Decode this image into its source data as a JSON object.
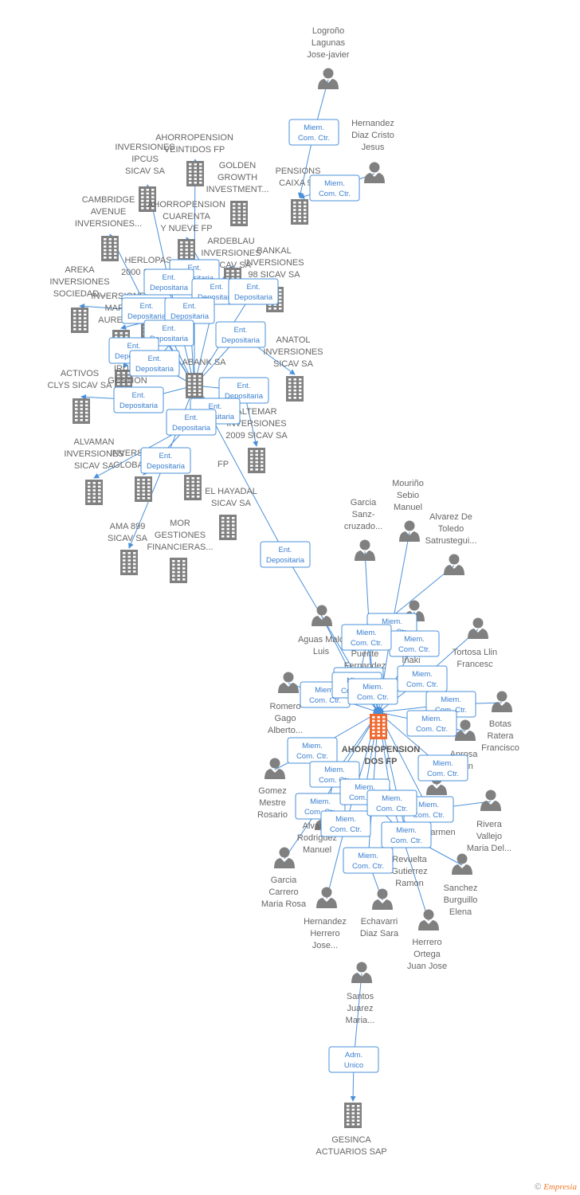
{
  "colors": {
    "edge": "#4a90d9",
    "node": "#808080",
    "focus": "#f06a30",
    "label": "#666666"
  },
  "footer": {
    "copyright": "©",
    "brand": "Empresia"
  },
  "nodes": [
    {
      "id": "n1",
      "type": "person",
      "icon": "person-icon",
      "lines": [
        "Logroño",
        "Lagunas",
        "Jose-javier"
      ]
    },
    {
      "id": "n2",
      "type": "person",
      "icon": "person-icon",
      "lines": [
        "Hernandez",
        "Diaz Cristo",
        "Jesus"
      ]
    },
    {
      "id": "n3",
      "type": "company",
      "icon": "building-icon",
      "lines": [
        "PENSIONS",
        "CAIXA 97"
      ]
    },
    {
      "id": "n4",
      "type": "company",
      "icon": "building-icon",
      "lines": [
        "AHORROPENSION",
        "VEINTIDOS FP"
      ]
    },
    {
      "id": "n5",
      "type": "company",
      "icon": "building-icon",
      "lines": [
        "INVERSIONES",
        "IPCUS",
        "SICAV SA"
      ]
    },
    {
      "id": "n6",
      "type": "company",
      "icon": "building-icon",
      "lines": [
        "GOLDEN",
        "GROWTH",
        "INVESTMENT..."
      ]
    },
    {
      "id": "n7",
      "type": "company",
      "icon": "building-icon",
      "lines": [
        "CAMBRIDGE",
        "AVENUE",
        "INVERSIONES..."
      ]
    },
    {
      "id": "n8",
      "type": "company",
      "icon": "building-icon",
      "lines": [
        "AHORROPENSION",
        "CUARENTA",
        "Y NUEVE FP"
      ]
    },
    {
      "id": "n9",
      "type": "company",
      "icon": "building-icon",
      "lines": [
        "ARDEBLAU",
        "INVERSIONES",
        "SICAV SA"
      ]
    },
    {
      "id": "n10",
      "type": "company",
      "icon": "building-icon",
      "lines": [
        "BANKAL",
        "INVERSIONES",
        "98 SICAV SA"
      ]
    },
    {
      "id": "n11",
      "type": "company",
      "icon": "building-icon",
      "lines": [
        "HERLOPAS",
        "2000 SICAV..."
      ]
    },
    {
      "id": "n12",
      "type": "company",
      "icon": "building-icon",
      "lines": [
        "AREKA",
        "INVERSIONES",
        "SOCIEDAD..."
      ]
    },
    {
      "id": "n13",
      "type": "company",
      "icon": "building-icon",
      "lines": [
        "INVERSIONES",
        "MARCO",
        "AURELIO..."
      ]
    },
    {
      "id": "n14",
      "type": "company",
      "icon": "building-icon",
      "lines": [
        "ANATOL",
        "INVERSIONES",
        "SICAV SA"
      ]
    },
    {
      "id": "n15",
      "type": "company",
      "icon": "building-icon",
      "lines": [
        "IRUÑA",
        "GESTION",
        "SICAV"
      ]
    },
    {
      "id": "n16",
      "type": "company",
      "icon": "building-icon",
      "lines": [
        "ABANK SA"
      ]
    },
    {
      "id": "n17",
      "type": "company",
      "icon": "building-icon",
      "lines": [
        "ACTIVOS",
        "CLYS SICAV SA"
      ]
    },
    {
      "id": "n18",
      "type": "company",
      "icon": "building-icon",
      "lines": [
        "ALTEMAR",
        "INVERSIONES",
        "2009 SICAV SA"
      ]
    },
    {
      "id": "n19",
      "type": "company",
      "icon": "building-icon",
      "lines": [
        "ALVAMAN",
        "INVERSIONES",
        "SICAV SA"
      ]
    },
    {
      "id": "n20",
      "type": "company",
      "icon": "building-icon",
      "lines": [
        "INVERSIONES",
        "GLOBALES..."
      ]
    },
    {
      "id": "n21",
      "type": "company",
      "icon": "building-icon",
      "lines": [
        "FP"
      ]
    },
    {
      "id": "n22",
      "type": "company",
      "icon": "building-icon",
      "lines": [
        "EL HAYADAL",
        "SICAV SA"
      ]
    },
    {
      "id": "n23",
      "type": "company",
      "icon": "building-icon",
      "lines": [
        "AMA 899",
        "SICAV SA"
      ]
    },
    {
      "id": "n24",
      "type": "company",
      "icon": "building-icon",
      "lines": [
        "MOR",
        "GESTIONES",
        "FINANCIERAS..."
      ]
    },
    {
      "id": "n25",
      "type": "person",
      "icon": "person-icon",
      "lines": [
        "Garcia",
        "Sanz-",
        "cruzado..."
      ]
    },
    {
      "id": "n26",
      "type": "person",
      "icon": "person-icon",
      "lines": [
        "Mouriño",
        "Sebio",
        "Manuel"
      ]
    },
    {
      "id": "n27",
      "type": "person",
      "icon": "person-icon",
      "lines": [
        "Alvarez De",
        "Toledo",
        "Satrustegui..."
      ]
    },
    {
      "id": "n28",
      "type": "person",
      "icon": "person-icon",
      "lines": [
        "Aguas Malo",
        "Luis"
      ]
    },
    {
      "id": "n29",
      "type": "person",
      "icon": "person-icon",
      "lines": [
        "Puente",
        "Fernandez"
      ]
    },
    {
      "id": "n30",
      "type": "person",
      "icon": "person-icon",
      "lines": [
        "Iñaki"
      ]
    },
    {
      "id": "n31",
      "type": "person",
      "icon": "person-icon",
      "lines": [
        "Tortosa Llin",
        "Francesc"
      ]
    },
    {
      "id": "n32",
      "type": "person",
      "icon": "person-icon",
      "lines": [
        "Romero",
        "Gago",
        "Alberto..."
      ]
    },
    {
      "id": "n33",
      "type": "person",
      "icon": "person-icon",
      "lines": [
        "Botas",
        "Ratera",
        "Francisco"
      ]
    },
    {
      "id": "n34",
      "type": "company",
      "icon": "building-icon",
      "focus": true,
      "lines": [
        "AHORROPENSION",
        "DOS FP"
      ]
    },
    {
      "id": "n35",
      "type": "person",
      "icon": "person-icon",
      "lines": [
        "Anrosa",
        "Juan"
      ]
    },
    {
      "id": "n36",
      "type": "person",
      "icon": "person-icon",
      "lines": [
        "Gomez",
        "Mestre",
        "Rosario"
      ]
    },
    {
      "id": "n37",
      "type": "person",
      "icon": "person-icon",
      "lines": [
        "Alvarez",
        "Rodriguez",
        "Manuel"
      ]
    },
    {
      "id": "n38",
      "type": "person",
      "icon": "person-icon",
      "lines": [
        "Carmen"
      ]
    },
    {
      "id": "n39",
      "type": "person",
      "icon": "person-icon",
      "lines": [
        "Rivera",
        "Vallejo",
        "Maria Del..."
      ]
    },
    {
      "id": "n40",
      "type": "person",
      "icon": "person-icon",
      "lines": [
        "Garcia",
        "Carrero",
        "Maria Rosa"
      ]
    },
    {
      "id": "n41",
      "type": "person",
      "icon": "person-icon",
      "lines": [
        "Revuelta",
        "Gutierrez",
        "Ramon"
      ]
    },
    {
      "id": "n42",
      "type": "person",
      "icon": "person-icon",
      "lines": [
        "Sanchez",
        "Burguillo",
        "Elena"
      ]
    },
    {
      "id": "n43",
      "type": "person",
      "icon": "person-icon",
      "lines": [
        "Hernandez",
        "Herrero",
        "Jose..."
      ]
    },
    {
      "id": "n44",
      "type": "person",
      "icon": "person-icon",
      "lines": [
        "Echavarri",
        "Diaz Sara"
      ]
    },
    {
      "id": "n45",
      "type": "person",
      "icon": "person-icon",
      "lines": [
        "Herrero",
        "Ortega",
        "Juan Jose"
      ]
    },
    {
      "id": "n46",
      "type": "person",
      "icon": "person-icon",
      "lines": [
        "Santos",
        "Juarez",
        "Maria..."
      ]
    },
    {
      "id": "n47",
      "type": "company",
      "icon": "building-icon",
      "lines": [
        "GESINCA",
        "ACTUARIOS SAP"
      ]
    }
  ],
  "edges": [
    {
      "id": "e1",
      "label": [
        "Miem.",
        "Com. Ctr."
      ]
    },
    {
      "id": "e2",
      "label": [
        "Miem.",
        "Com. Ctr."
      ]
    },
    {
      "id": "e3",
      "label": [
        "Ent.",
        "Depositaria"
      ]
    },
    {
      "id": "e4",
      "label": [
        "Ent.",
        "Depositaria"
      ]
    },
    {
      "id": "e5",
      "label": [
        "Ent.",
        "Depositaria"
      ]
    },
    {
      "id": "e6",
      "label": [
        "Ent.",
        "Depositaria"
      ]
    },
    {
      "id": "e7",
      "label": [
        "Ent.",
        "Depositaria"
      ]
    },
    {
      "id": "e8",
      "label": [
        "Ent.",
        "Depositaria"
      ]
    },
    {
      "id": "e9",
      "label": [
        "Ent.",
        "Depositaria"
      ]
    },
    {
      "id": "e10",
      "label": [
        "Ent.",
        "Depositaria"
      ]
    },
    {
      "id": "e11",
      "label": [
        "Ent.",
        "Depositaria"
      ]
    },
    {
      "id": "e12",
      "label": [
        "Ent.",
        "Depositaria"
      ]
    },
    {
      "id": "e13",
      "label": [
        "Ent.",
        "Depositaria"
      ]
    },
    {
      "id": "e14",
      "label": [
        "Ent.",
        "Depositaria"
      ]
    },
    {
      "id": "e15",
      "label": [
        "Ent.",
        "Depositaria"
      ]
    },
    {
      "id": "e16",
      "label": [
        "Ent.",
        "Depositaria"
      ]
    },
    {
      "id": "e17",
      "label": [
        "Ent.",
        "Depositaria"
      ]
    },
    {
      "id": "e18",
      "label": [
        "Ent.",
        "Depositaria"
      ]
    },
    {
      "id": "e19",
      "label": [
        "Ent.",
        "Depositaria"
      ]
    },
    {
      "id": "e20",
      "label": [
        "Miem.",
        "Com. Ctr."
      ]
    },
    {
      "id": "e21",
      "label": [
        "Miem.",
        "Com. Ctr."
      ]
    },
    {
      "id": "e22",
      "label": [
        "Miem.",
        "Com. Ctr."
      ]
    },
    {
      "id": "e23",
      "label": [
        "Miem.",
        "Com. Ctr."
      ]
    },
    {
      "id": "e24",
      "label": [
        "Miem.",
        "Com. Ctr."
      ]
    },
    {
      "id": "e25",
      "label": [
        "Miem.",
        "Com. Ctr."
      ]
    },
    {
      "id": "e26",
      "label": [
        "Miem.",
        "Com. Ctr."
      ]
    },
    {
      "id": "e27",
      "label": [
        "Miem.",
        "Com. Ctr."
      ]
    },
    {
      "id": "e28",
      "label": [
        "Miem.",
        "Com. Ctr."
      ]
    },
    {
      "id": "e29",
      "label": [
        "Miem.",
        "Com. Ctr."
      ]
    },
    {
      "id": "e30",
      "label": [
        "Miem.",
        "Com. Ctr."
      ]
    },
    {
      "id": "e31",
      "label": [
        "Miem.",
        "Com. Ctr."
      ]
    },
    {
      "id": "e32",
      "label": [
        "Miem.",
        "Com. Ctr."
      ]
    },
    {
      "id": "e33",
      "label": [
        "Miem.",
        "Com. Ctr."
      ]
    },
    {
      "id": "e34",
      "label": [
        "Miem.",
        "Com. Ctr."
      ]
    },
    {
      "id": "e35",
      "label": [
        "Miem.",
        "Com. Ctr."
      ]
    },
    {
      "id": "e36",
      "label": [
        "Miem.",
        "Com. Ctr."
      ]
    },
    {
      "id": "e37",
      "label": [
        "Miem.",
        "Com. Ctr."
      ]
    },
    {
      "id": "e38",
      "label": [
        "Miem.",
        "Com. Ctr."
      ]
    },
    {
      "id": "e39",
      "label": [
        "Miem.",
        "Com. Ctr."
      ]
    },
    {
      "id": "e40",
      "label": [
        "Adm.",
        "Unico"
      ]
    }
  ]
}
